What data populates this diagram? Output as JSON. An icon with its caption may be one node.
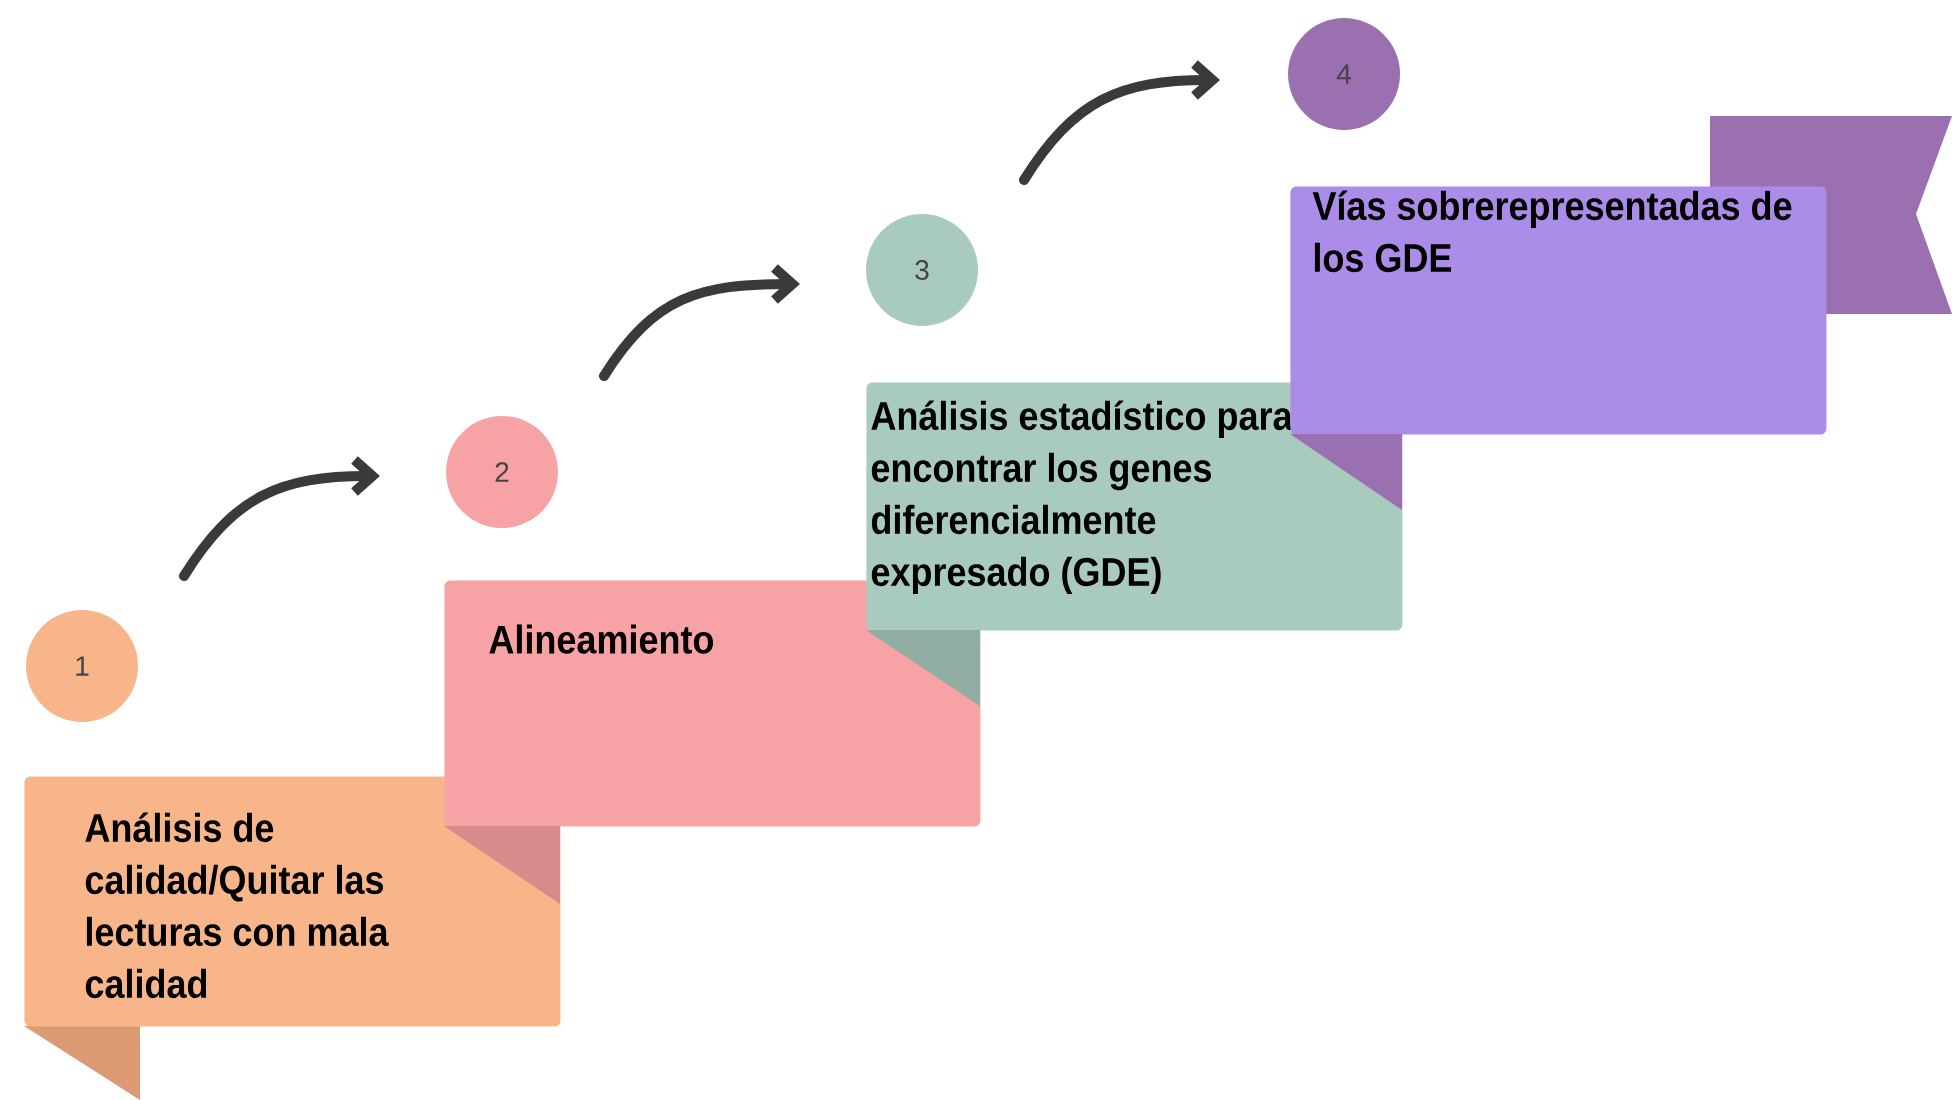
{
  "diagram": {
    "nodes": [
      {
        "text": [
          "1"
        ]
      },
      {
        "text": [
          "Análisis de calidad/Quitar las lecturas con mala calidad"
        ]
      },
      {
        "text": [
          "2"
        ]
      },
      {
        "text": [
          "Alineamiento"
        ]
      },
      {
        "text": [
          "3"
        ]
      },
      {
        "text": [
          "Análisis estadístico para encontrar los genes diferencialmente expresado (GDE)"
        ]
      },
      {
        "text": [
          "4"
        ]
      },
      {
        "text": [
          "Vías sobrerepresentadas de los GDE"
        ]
      }
    ],
    "edges": [
      {
        "from": 0,
        "to": 2,
        "arrow": "to"
      },
      {
        "from": 2,
        "to": 4,
        "arrow": "to"
      },
      {
        "from": 4,
        "to": 6,
        "arrow": "to"
      }
    ]
  }
}
